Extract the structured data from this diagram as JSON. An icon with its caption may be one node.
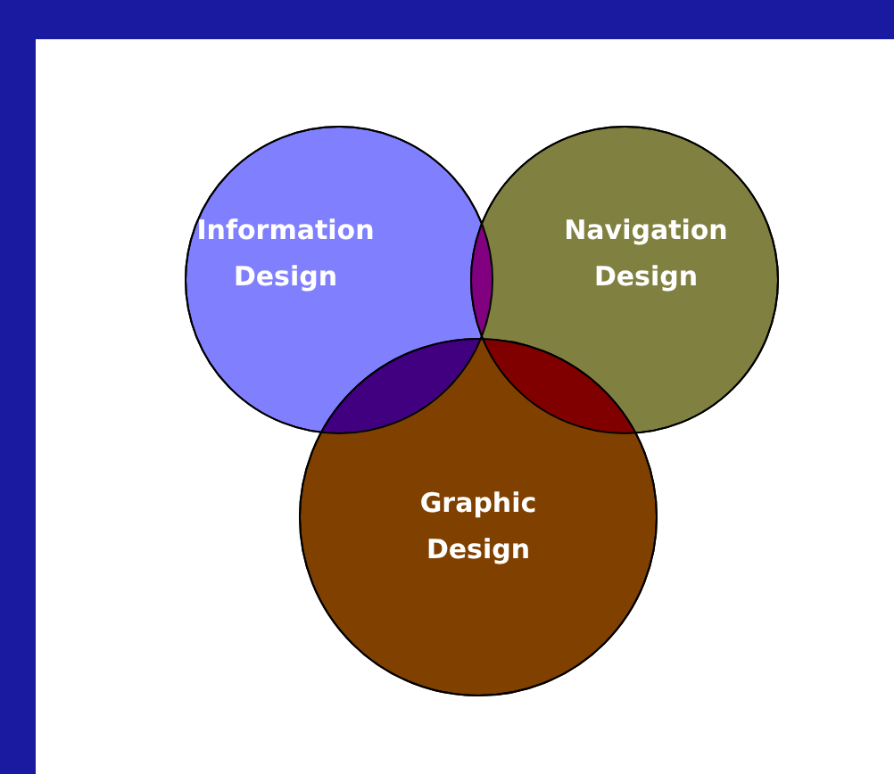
{
  "diagram": {
    "nodes": [
      {
        "text": [
          "Information Design"
        ]
      },
      {
        "text": [
          "Navigation Design"
        ]
      },
      {
        "text": [
          "Graphic Design"
        ]
      }
    ]
  }
}
